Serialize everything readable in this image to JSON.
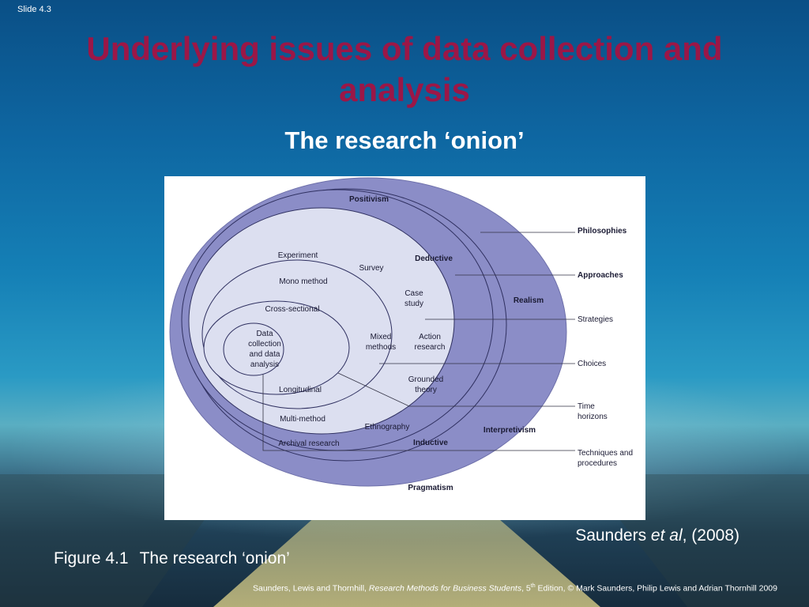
{
  "slide": {
    "number_label": "Slide 4.3",
    "title": "Underlying issues of data collection and analysis",
    "subtitle": "The research ‘onion’"
  },
  "diagram": {
    "layers": {
      "philosophies": [
        "Positivism",
        "Realism",
        "Interpretivism",
        "Pragmatism"
      ],
      "approaches": [
        "Deductive",
        "Inductive"
      ],
      "strategies": [
        "Experiment",
        "Survey",
        "Case study",
        "Action research",
        "Grounded theory",
        "Ethnography",
        "Archival research"
      ],
      "choices": [
        "Mono method",
        "Mixed methods",
        "Multi-method"
      ],
      "time_horizons": [
        "Cross-sectional",
        "Longitudinal"
      ],
      "core": "Data collection and data analysis"
    },
    "legend": {
      "philosophies": "Philosophies",
      "approaches": "Approaches",
      "strategies": "Strategies",
      "choices": "Choices",
      "time_horizons": "Time horizons",
      "techniques": "Techniques and procedures"
    }
  },
  "citation": {
    "authors": "Saunders ",
    "etal": "et al",
    "year": ", (2008)"
  },
  "caption": {
    "figure_number": "Figure 4.1",
    "figure_title": "The research ‘onion’"
  },
  "footer": {
    "authors": "Saunders, Lewis and Thornhill, ",
    "book_title": "Research Methods for Business Students",
    "edition_num": ", 5",
    "edition_sup": "th",
    "rest": " Edition, © Mark Saunders, Philip Lewis and Adrian Thornhill 2009"
  },
  "colors": {
    "title": "#9b1747",
    "outer_ring": "#8b8dc7",
    "inner_ring": "#d9dcef"
  }
}
